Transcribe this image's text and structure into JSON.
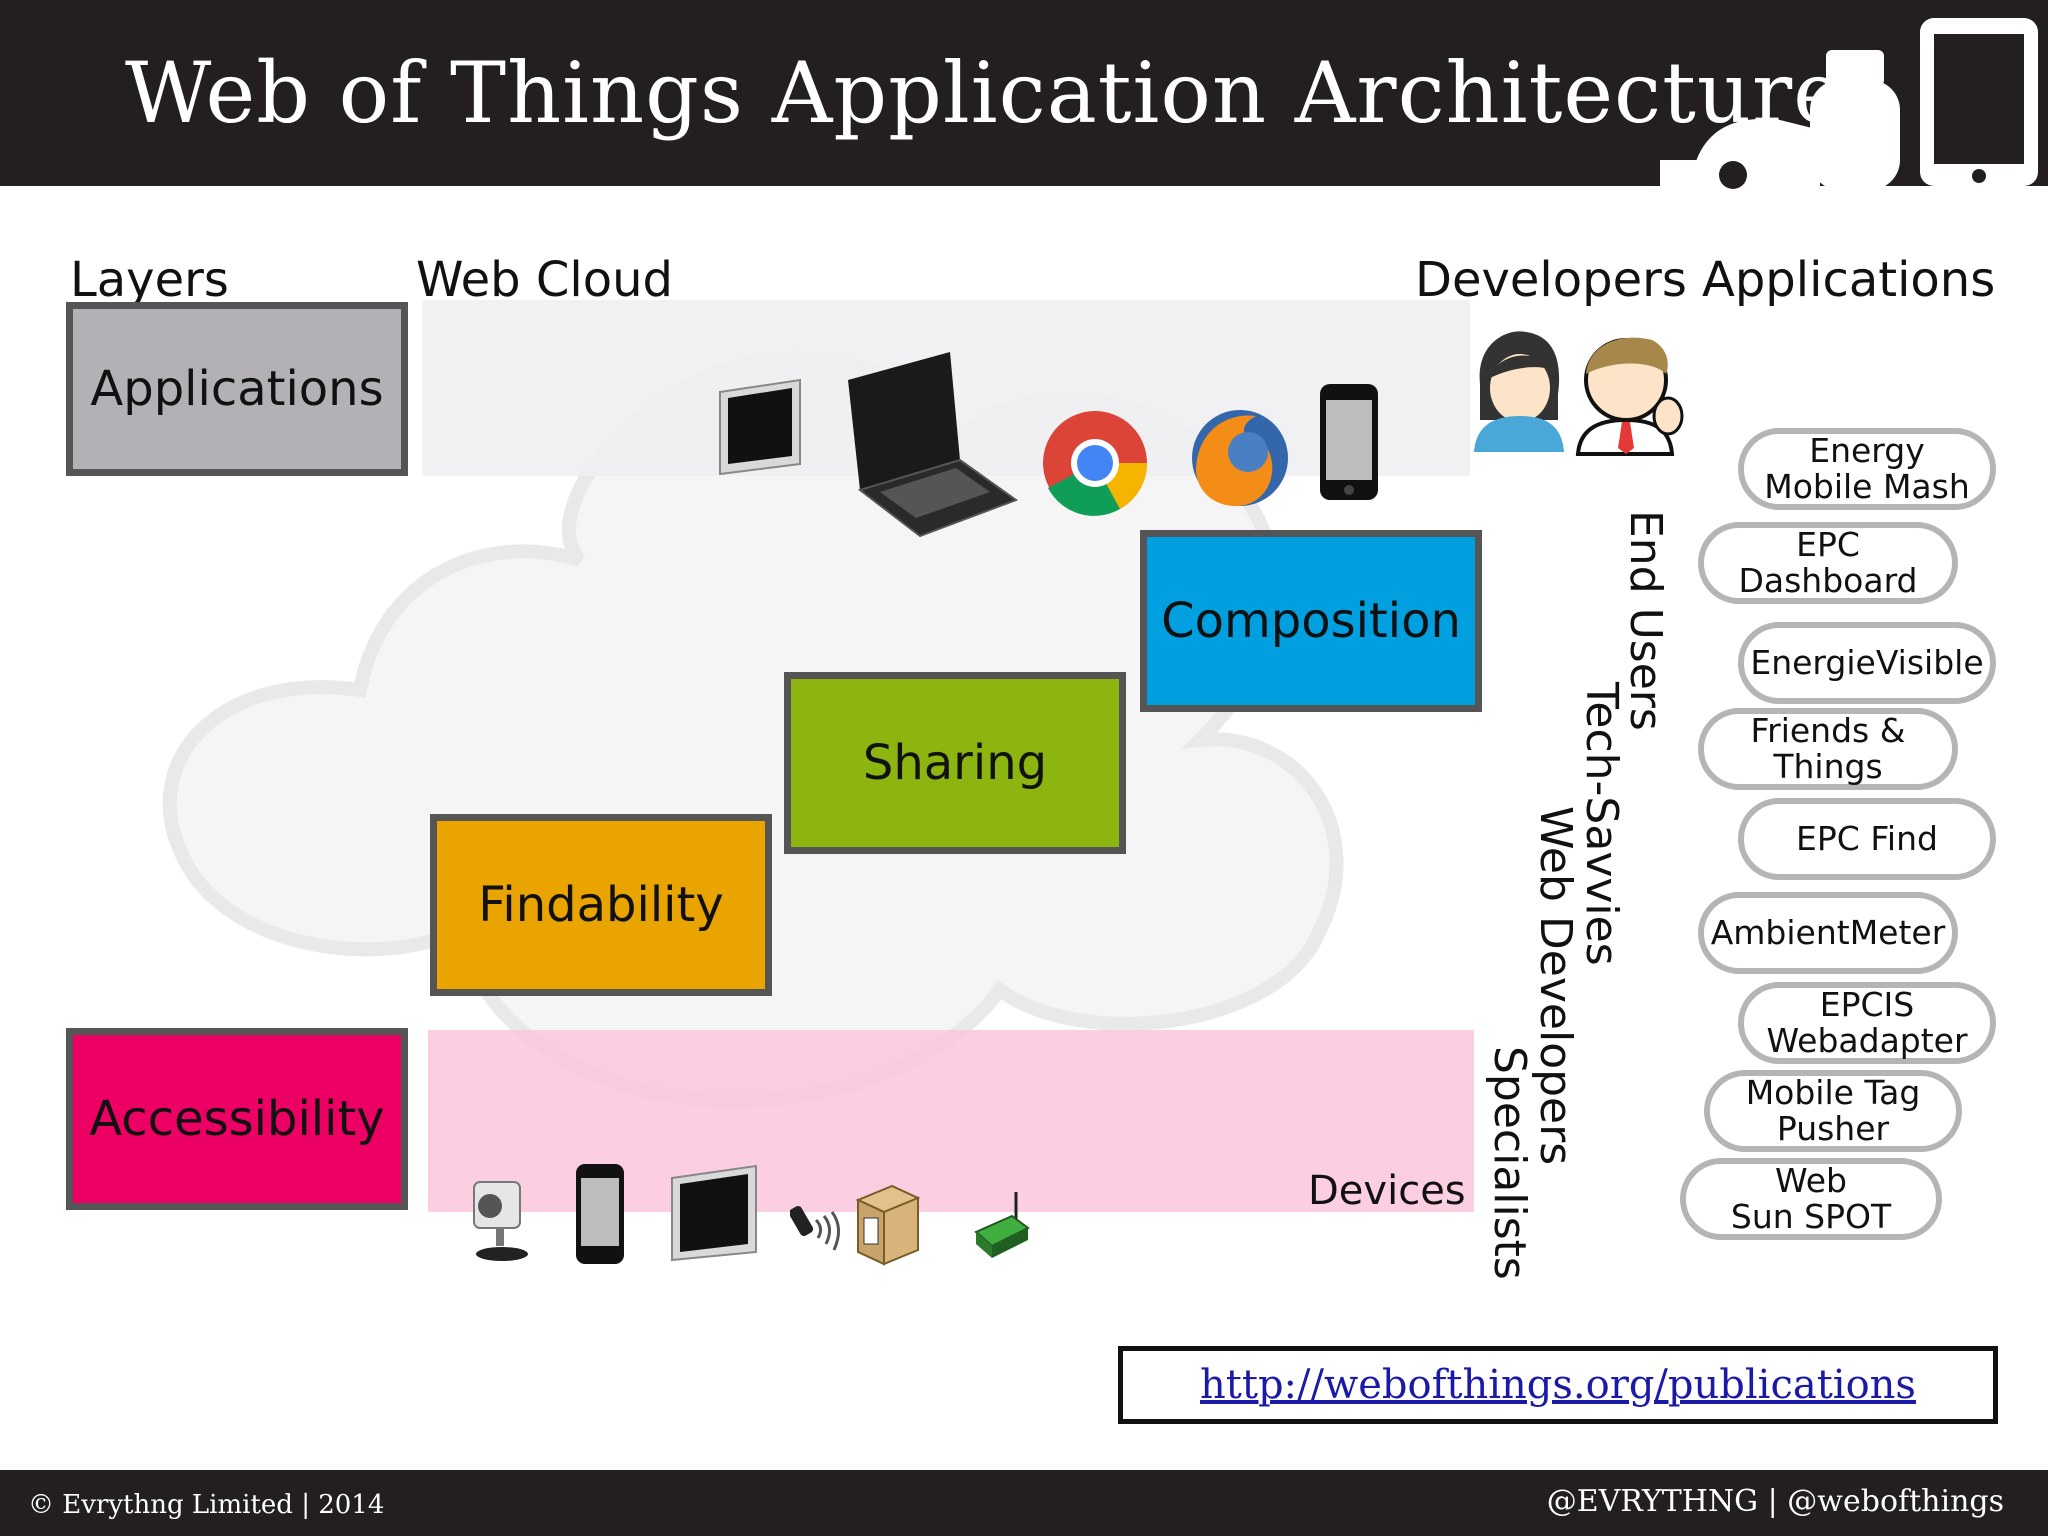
{
  "header": {
    "title": "Web of Things Application Architecture"
  },
  "columns": {
    "layers": "Layers",
    "web_cloud": "Web Cloud",
    "developers": "Developers",
    "applications": "Applications"
  },
  "layers": {
    "applications": "Applications",
    "composition": "Composition",
    "sharing": "Sharing",
    "findability": "Findability",
    "accessibility": "Accessibility"
  },
  "devices_label": "Devices",
  "developer_types": [
    "End Users",
    "Tech-Savvies",
    "Web Developers",
    "Specialists"
  ],
  "applications": [
    "Energy\nMobile Mash",
    "EPC\nDashboard",
    "EnergieVisible",
    "Friends &\nThings",
    "EPC Find",
    "AmbientMeter",
    "EPCIS\nWebadapter",
    "Mobile Tag\nPusher",
    "Web\nSun SPOT"
  ],
  "link": "http://webofthings.org/publications",
  "footer": {
    "left": "© Evrythng Limited | 2014",
    "right": "@EVRYTHNG | @webofthings"
  },
  "colors": {
    "header_bg": "#231f20",
    "applications_layer": "#b3b1b6",
    "composition_layer": "#009fdf",
    "sharing_layer": "#8db510",
    "findability_layer": "#eaa400",
    "accessibility_layer": "#ec0063",
    "web_band": "#efeef2",
    "device_band": "#fcc6dc"
  }
}
